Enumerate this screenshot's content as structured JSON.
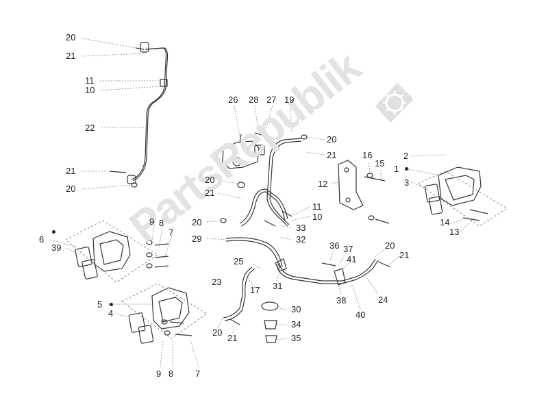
{
  "watermark": {
    "text": "PartsRepublik",
    "color": "#e3e3e3"
  },
  "colors": {
    "line": "#333333",
    "leader": "#888888",
    "label": "#222222"
  },
  "labels": {
    "l20a": "20",
    "l21a": "21",
    "l11a": "11",
    "l10a": "10",
    "l22": "22",
    "l21b": "21",
    "l20b": "20",
    "l26": "26",
    "l28": "28",
    "l27": "27",
    "l19": "19",
    "l20c": "20",
    "l21c": "21",
    "l20d": "20",
    "l21d": "21",
    "l20e": "20",
    "l29": "29",
    "l11b": "11",
    "l10b": "10",
    "l33": "33",
    "l32": "32",
    "l12": "12",
    "l16": "16",
    "l15": "15",
    "l2": "2",
    "l1": "1",
    "l3": "3",
    "l14": "14",
    "l13": "13",
    "l6": "6",
    "l39": "39",
    "l9a": "9",
    "l8a": "8",
    "l7a": "7",
    "l25": "25",
    "l23": "23",
    "l17": "17",
    "l31": "31",
    "l36": "36",
    "l37": "37",
    "l41": "41",
    "l20f": "20",
    "l21f": "21",
    "l38": "38",
    "l40": "40",
    "l24": "24",
    "l5": "5",
    "l4": "4",
    "l30": "30",
    "l34": "34",
    "l35": "35",
    "l20g": "20",
    "l21g": "21",
    "l9b": "9",
    "l8b": "8",
    "l7b": "7"
  }
}
